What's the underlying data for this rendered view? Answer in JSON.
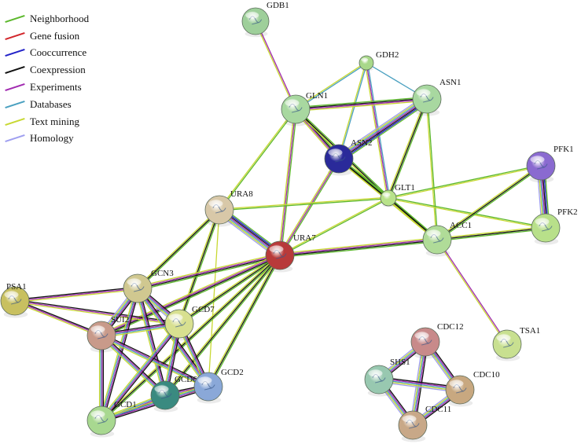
{
  "legend": [
    {
      "label": "Neighborhood",
      "color": "#5cb82c"
    },
    {
      "label": "Gene fusion",
      "color": "#d2262b"
    },
    {
      "label": "Cooccurrence",
      "color": "#2222c8"
    },
    {
      "label": "Coexpression",
      "color": "#111111"
    },
    {
      "label": "Experiments",
      "color": "#a12ab0"
    },
    {
      "label": "Databases",
      "color": "#4aa0c0"
    },
    {
      "label": "Text mining",
      "color": "#c8d832"
    },
    {
      "label": "Homology",
      "color": "#9f9ff0"
    }
  ],
  "nodes": [
    {
      "id": "GDB1",
      "label": "GDB1",
      "color": "#9ecf9a"
    },
    {
      "id": "GDH2",
      "label": "GDH2",
      "color": "#a8d88a"
    },
    {
      "id": "ASN1",
      "label": "ASN1",
      "color": "#a8d8a0"
    },
    {
      "id": "GLN1",
      "label": "GLN1",
      "color": "#a8d8a0"
    },
    {
      "id": "ASN2",
      "label": "ASN2",
      "color": "#2a2a9a"
    },
    {
      "id": "GLT1",
      "label": "GLT1",
      "color": "#b8e28a"
    },
    {
      "id": "PFK1",
      "label": "PFK1",
      "color": "#8a6ad0"
    },
    {
      "id": "PFK2",
      "label": "PFK2",
      "color": "#b8e08a"
    },
    {
      "id": "ACC1",
      "label": "ACC1",
      "color": "#b0dc98"
    },
    {
      "id": "URA8",
      "label": "URA8",
      "color": "#d8c8a8"
    },
    {
      "id": "URA7",
      "label": "URA7",
      "color": "#b83a3a"
    },
    {
      "id": "GCN3",
      "label": "GCN3",
      "color": "#d0c890"
    },
    {
      "id": "PSA1",
      "label": "PSA1",
      "color": "#c8c060"
    },
    {
      "id": "SUI2",
      "label": "SUI2",
      "color": "#c89a8a"
    },
    {
      "id": "GCD7",
      "label": "GCD7",
      "color": "#d8e090"
    },
    {
      "id": "GCD6",
      "label": "GCD6",
      "color": "#3a8a80"
    },
    {
      "id": "GCD2",
      "label": "GCD2",
      "color": "#8aa8d8"
    },
    {
      "id": "GCD1",
      "label": "GCD1",
      "color": "#a8d890"
    },
    {
      "id": "TSA1",
      "label": "TSA1",
      "color": "#c8e090"
    },
    {
      "id": "CDC12",
      "label": "CDC12",
      "color": "#c88a8a"
    },
    {
      "id": "SHS1",
      "label": "SHS1",
      "color": "#98c8b0"
    },
    {
      "id": "CDC10",
      "label": "CDC10",
      "color": "#c8a880"
    },
    {
      "id": "CDC11",
      "label": "CDC11",
      "color": "#c8a888"
    }
  ],
  "edges": [
    {
      "a": "GDB1",
      "b": "GLN1",
      "types": [
        "Experiments",
        "Text mining"
      ]
    },
    {
      "a": "GDH2",
      "b": "GLN1",
      "types": [
        "Databases",
        "Text mining"
      ]
    },
    {
      "a": "GDH2",
      "b": "ASN2",
      "types": [
        "Databases",
        "Text mining"
      ]
    },
    {
      "a": "GDH2",
      "b": "GLT1",
      "types": [
        "Databases",
        "Experiments",
        "Text mining"
      ]
    },
    {
      "a": "GDH2",
      "b": "ASN1",
      "types": [
        "Databases"
      ]
    },
    {
      "a": "GLN1",
      "b": "ASN1",
      "types": [
        "Neighborhood",
        "Coexpression",
        "Experiments",
        "Text mining"
      ]
    },
    {
      "a": "GLN1",
      "b": "ASN2",
      "types": [
        "Neighborhood",
        "Coexpression",
        "Experiments",
        "Text mining"
      ]
    },
    {
      "a": "GLN1",
      "b": "GLT1",
      "types": [
        "Neighborhood",
        "Coexpression",
        "Text mining"
      ]
    },
    {
      "a": "GLN1",
      "b": "URA7",
      "types": [
        "Neighborhood",
        "Experiments",
        "Text mining"
      ]
    },
    {
      "a": "GLN1",
      "b": "URA8",
      "types": [
        "Neighborhood",
        "Text mining"
      ]
    },
    {
      "a": "ASN1",
      "b": "ASN2",
      "types": [
        "Neighborhood",
        "Cooccurrence",
        "Coexpression",
        "Experiments",
        "Databases",
        "Text mining",
        "Homology"
      ]
    },
    {
      "a": "ASN1",
      "b": "GLT1",
      "types": [
        "Neighborhood",
        "Coexpression",
        "Text mining"
      ]
    },
    {
      "a": "ASN1",
      "b": "ACC1",
      "types": [
        "Neighborhood",
        "Text mining"
      ]
    },
    {
      "a": "ASN2",
      "b": "GLT1",
      "types": [
        "Neighborhood",
        "Coexpression",
        "Text mining"
      ]
    },
    {
      "a": "ASN2",
      "b": "URA7",
      "types": [
        "Neighborhood",
        "Experiments",
        "Text mining"
      ]
    },
    {
      "a": "ASN2",
      "b": "ACC1",
      "types": [
        "Neighborhood",
        "Coexpression",
        "Text mining"
      ]
    },
    {
      "a": "GLT1",
      "b": "ACC1",
      "types": [
        "Neighborhood",
        "Coexpression",
        "Text mining"
      ]
    },
    {
      "a": "GLT1",
      "b": "URA8",
      "types": [
        "Neighborhood",
        "Text mining"
      ]
    },
    {
      "a": "GLT1",
      "b": "URA7",
      "types": [
        "Neighborhood",
        "Text mining"
      ]
    },
    {
      "a": "GLT1",
      "b": "PFK1",
      "types": [
        "Neighborhood",
        "Text mining"
      ]
    },
    {
      "a": "GLT1",
      "b": "PFK2",
      "types": [
        "Neighborhood",
        "Text mining"
      ]
    },
    {
      "a": "PFK1",
      "b": "PFK2",
      "types": [
        "Neighborhood",
        "Cooccurrence",
        "Coexpression",
        "Experiments",
        "Databases",
        "Text mining",
        "Homology"
      ]
    },
    {
      "a": "PFK1",
      "b": "ACC1",
      "types": [
        "Neighborhood",
        "Coexpression",
        "Text mining"
      ]
    },
    {
      "a": "PFK2",
      "b": "ACC1",
      "types": [
        "Neighborhood",
        "Coexpression",
        "Text mining"
      ]
    },
    {
      "a": "ACC1",
      "b": "URA7",
      "types": [
        "Neighborhood",
        "Coexpression",
        "Experiments",
        "Text mining"
      ]
    },
    {
      "a": "ACC1",
      "b": "TSA1",
      "types": [
        "Experiments",
        "Text mining"
      ]
    },
    {
      "a": "URA8",
      "b": "URA7",
      "types": [
        "Neighborhood",
        "Cooccurrence",
        "Coexpression",
        "Experiments",
        "Databases",
        "Text mining",
        "Homology"
      ]
    },
    {
      "a": "URA8",
      "b": "GCN3",
      "types": [
        "Neighborhood",
        "Coexpression",
        "Text mining"
      ]
    },
    {
      "a": "URA8",
      "b": "GCD7",
      "types": [
        "Neighborhood",
        "Coexpression",
        "Text mining"
      ]
    },
    {
      "a": "URA8",
      "b": "GCD2",
      "types": [
        "Text mining"
      ]
    },
    {
      "a": "URA7",
      "b": "GCN3",
      "types": [
        "Neighborhood",
        "Coexpression",
        "Experiments",
        "Text mining"
      ]
    },
    {
      "a": "URA7",
      "b": "GCD7",
      "types": [
        "Neighborhood",
        "Coexpression",
        "Text mining"
      ]
    },
    {
      "a": "URA7",
      "b": "SUI2",
      "types": [
        "Neighborhood",
        "Coexpression",
        "Experiments",
        "Text mining"
      ]
    },
    {
      "a": "URA7",
      "b": "GCD6",
      "types": [
        "Neighborhood",
        "Coexpression",
        "Text mining"
      ]
    },
    {
      "a": "URA7",
      "b": "GCD2",
      "types": [
        "Neighborhood",
        "Coexpression",
        "Text mining"
      ]
    },
    {
      "a": "URA7",
      "b": "GCD1",
      "types": [
        "Neighborhood",
        "Coexpression",
        "Text mining"
      ]
    },
    {
      "a": "PSA1",
      "b": "GCN3",
      "types": [
        "Coexpression",
        "Experiments",
        "Text mining"
      ]
    },
    {
      "a": "PSA1",
      "b": "SUI2",
      "types": [
        "Coexpression",
        "Experiments",
        "Text mining"
      ]
    },
    {
      "a": "PSA1",
      "b": "GCD7",
      "types": [
        "Coexpression",
        "Experiments",
        "Text mining"
      ]
    },
    {
      "a": "GCN3",
      "b": "SUI2",
      "types": [
        "Coexpression",
        "Experiments",
        "Databases",
        "Text mining",
        "Homology"
      ]
    },
    {
      "a": "GCN3",
      "b": "GCD7",
      "types": [
        "Coexpression",
        "Experiments",
        "Databases",
        "Text mining",
        "Homology"
      ]
    },
    {
      "a": "GCN3",
      "b": "GCD6",
      "types": [
        "Coexpression",
        "Experiments",
        "Databases",
        "Text mining"
      ]
    },
    {
      "a": "GCN3",
      "b": "GCD2",
      "types": [
        "Coexpression",
        "Experiments",
        "Databases",
        "Text mining"
      ]
    },
    {
      "a": "GCN3",
      "b": "GCD1",
      "types": [
        "Coexpression",
        "Experiments",
        "Databases",
        "Text mining"
      ]
    },
    {
      "a": "SUI2",
      "b": "GCD7",
      "types": [
        "Coexpression",
        "Experiments",
        "Databases",
        "Text mining"
      ]
    },
    {
      "a": "SUI2",
      "b": "GCD6",
      "types": [
        "Coexpression",
        "Experiments",
        "Databases",
        "Text mining"
      ]
    },
    {
      "a": "SUI2",
      "b": "GCD2",
      "types": [
        "Coexpression",
        "Experiments",
        "Databases",
        "Text mining"
      ]
    },
    {
      "a": "SUI2",
      "b": "GCD1",
      "types": [
        "Coexpression",
        "Experiments",
        "Databases",
        "Text mining"
      ]
    },
    {
      "a": "GCD7",
      "b": "GCD6",
      "types": [
        "Coexpression",
        "Experiments",
        "Databases",
        "Text mining"
      ]
    },
    {
      "a": "GCD7",
      "b": "GCD2",
      "types": [
        "Coexpression",
        "Experiments",
        "Databases",
        "Text mining"
      ]
    },
    {
      "a": "GCD7",
      "b": "GCD1",
      "types": [
        "Coexpression",
        "Experiments",
        "Databases",
        "Text mining"
      ]
    },
    {
      "a": "GCD6",
      "b": "GCD2",
      "types": [
        "Coexpression",
        "Experiments",
        "Databases",
        "Text mining"
      ]
    },
    {
      "a": "GCD6",
      "b": "GCD1",
      "types": [
        "Coexpression",
        "Experiments",
        "Databases",
        "Text mining"
      ]
    },
    {
      "a": "GCD2",
      "b": "GCD1",
      "types": [
        "Coexpression",
        "Experiments",
        "Databases",
        "Text mining"
      ]
    },
    {
      "a": "CDC12",
      "b": "SHS1",
      "types": [
        "Coexpression",
        "Experiments",
        "Databases",
        "Text mining",
        "Homology"
      ]
    },
    {
      "a": "CDC12",
      "b": "CDC10",
      "types": [
        "Coexpression",
        "Experiments",
        "Databases",
        "Text mining",
        "Homology"
      ]
    },
    {
      "a": "CDC12",
      "b": "CDC11",
      "types": [
        "Coexpression",
        "Experiments",
        "Databases",
        "Text mining",
        "Homology"
      ]
    },
    {
      "a": "SHS1",
      "b": "CDC10",
      "types": [
        "Coexpression",
        "Experiments",
        "Databases",
        "Text mining",
        "Homology"
      ]
    },
    {
      "a": "SHS1",
      "b": "CDC11",
      "types": [
        "Coexpression",
        "Experiments",
        "Databases",
        "Text mining",
        "Homology"
      ]
    },
    {
      "a": "CDC10",
      "b": "CDC11",
      "types": [
        "Coexpression",
        "Experiments",
        "Databases",
        "Text mining",
        "Homology"
      ]
    }
  ]
}
